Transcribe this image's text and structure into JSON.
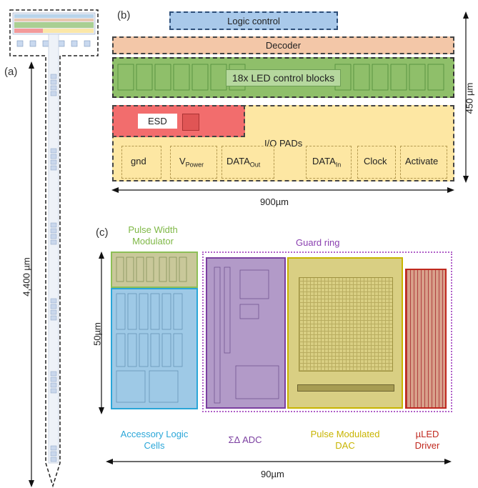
{
  "panels": {
    "a": "(a)",
    "b": "(b)",
    "c": "(c)"
  },
  "panel_a": {
    "height_label": "4,400 µm"
  },
  "panel_b": {
    "logic_control": "Logic control",
    "decoder": "Decoder",
    "led_blocks": "18x LED control blocks",
    "esd": "ESD",
    "io_pads": "I/O PADs",
    "pads": [
      {
        "main": "gnd",
        "sub": ""
      },
      {
        "main": "V",
        "sub": "Power"
      },
      {
        "main": "DATA",
        "sub": "Out"
      },
      {
        "main": "DATA",
        "sub": "In"
      },
      {
        "main": "Clock",
        "sub": ""
      },
      {
        "main": "Activate",
        "sub": ""
      }
    ],
    "height_label": "450 µm",
    "width_label": "900µm"
  },
  "panel_c": {
    "pwm_label": "Pulse Width Modulator",
    "guard_ring": "Guard ring",
    "height_label": "50µm",
    "width_label": "90µm",
    "blocks": [
      {
        "name": "Accessory Logic Cells",
        "color": "#2aa6d8"
      },
      {
        "name": "ΣΔ ADC",
        "color": "#7b3fa0"
      },
      {
        "name": "Pulse Modulated DAC",
        "color": "#c8b400"
      },
      {
        "name": "µLED Driver",
        "color": "#c0281e"
      }
    ]
  },
  "colors": {
    "logic": "#a9c9ea",
    "decoder": "#f3c7a8",
    "led": "#8fbf6a",
    "esd": "#f26d6d",
    "io": "#fde7a3",
    "pwm": "#8dbf57"
  }
}
